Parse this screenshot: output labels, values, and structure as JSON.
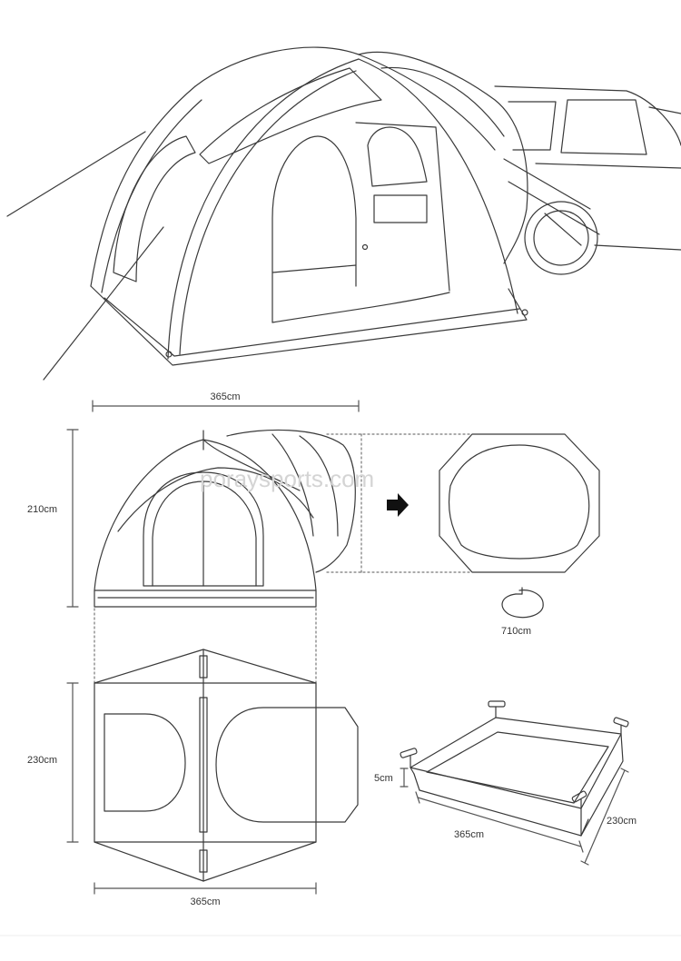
{
  "watermark": "poraysports.com",
  "dimensions": {
    "top_width": "365cm",
    "front_height": "210cm",
    "awning_perimeter": "710cm",
    "floor_depth": "230cm",
    "floor_width": "365cm",
    "tub_width": "365cm",
    "tub_depth": "230cm",
    "tub_wall": "5cm"
  },
  "icons": {
    "arrow": "right-arrow-icon",
    "perimeter": "perimeter-loop-icon"
  },
  "colors": {
    "line": "#3a3a3a",
    "dim_line": "#555555",
    "dash": "#777777",
    "watermark": "#d4d4d4"
  }
}
